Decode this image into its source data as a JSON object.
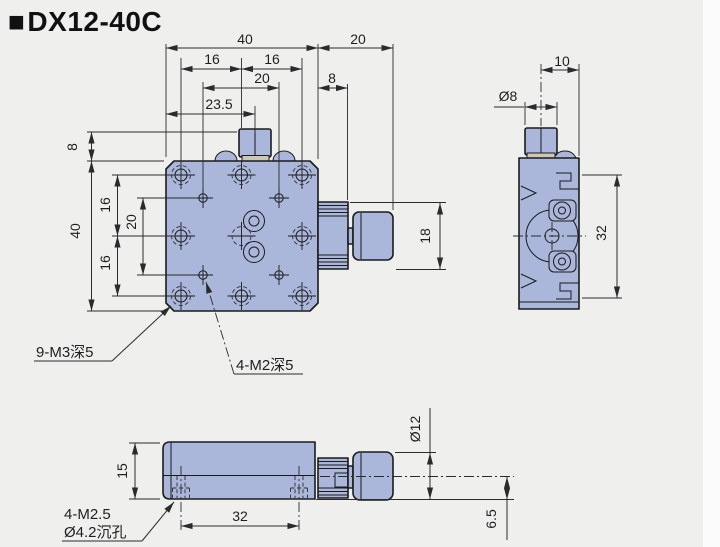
{
  "title": {
    "bullet": "■",
    "model": "DX12-40C"
  },
  "front": {
    "dim_width": "40",
    "dim_knob_ext": "20",
    "dim_col_left": "16",
    "dim_col_right": "16",
    "dim_m2_cols": "20",
    "dim_clamp": "8",
    "dim_cbore_x": "23.5",
    "dim_nut": "8",
    "dim_height": "40",
    "dim_row_top": "16",
    "dim_m2_rows": "20",
    "dim_row_bottom": "16",
    "dim_actuator": "18",
    "label_m3": "9-M3深5",
    "label_m2": "4-M2深5"
  },
  "side": {
    "dim_depth": "10",
    "dim_knob_dia": "Ø8",
    "dim_span": "32"
  },
  "bottom": {
    "dim_height": "15",
    "dim_hole_span": "32",
    "dim_knob_dia": "Ø12",
    "dim_axis_offset": "6.5",
    "label_mount_line1": "4-M2.5",
    "label_mount_line2": "Ø4.2沉孔"
  }
}
